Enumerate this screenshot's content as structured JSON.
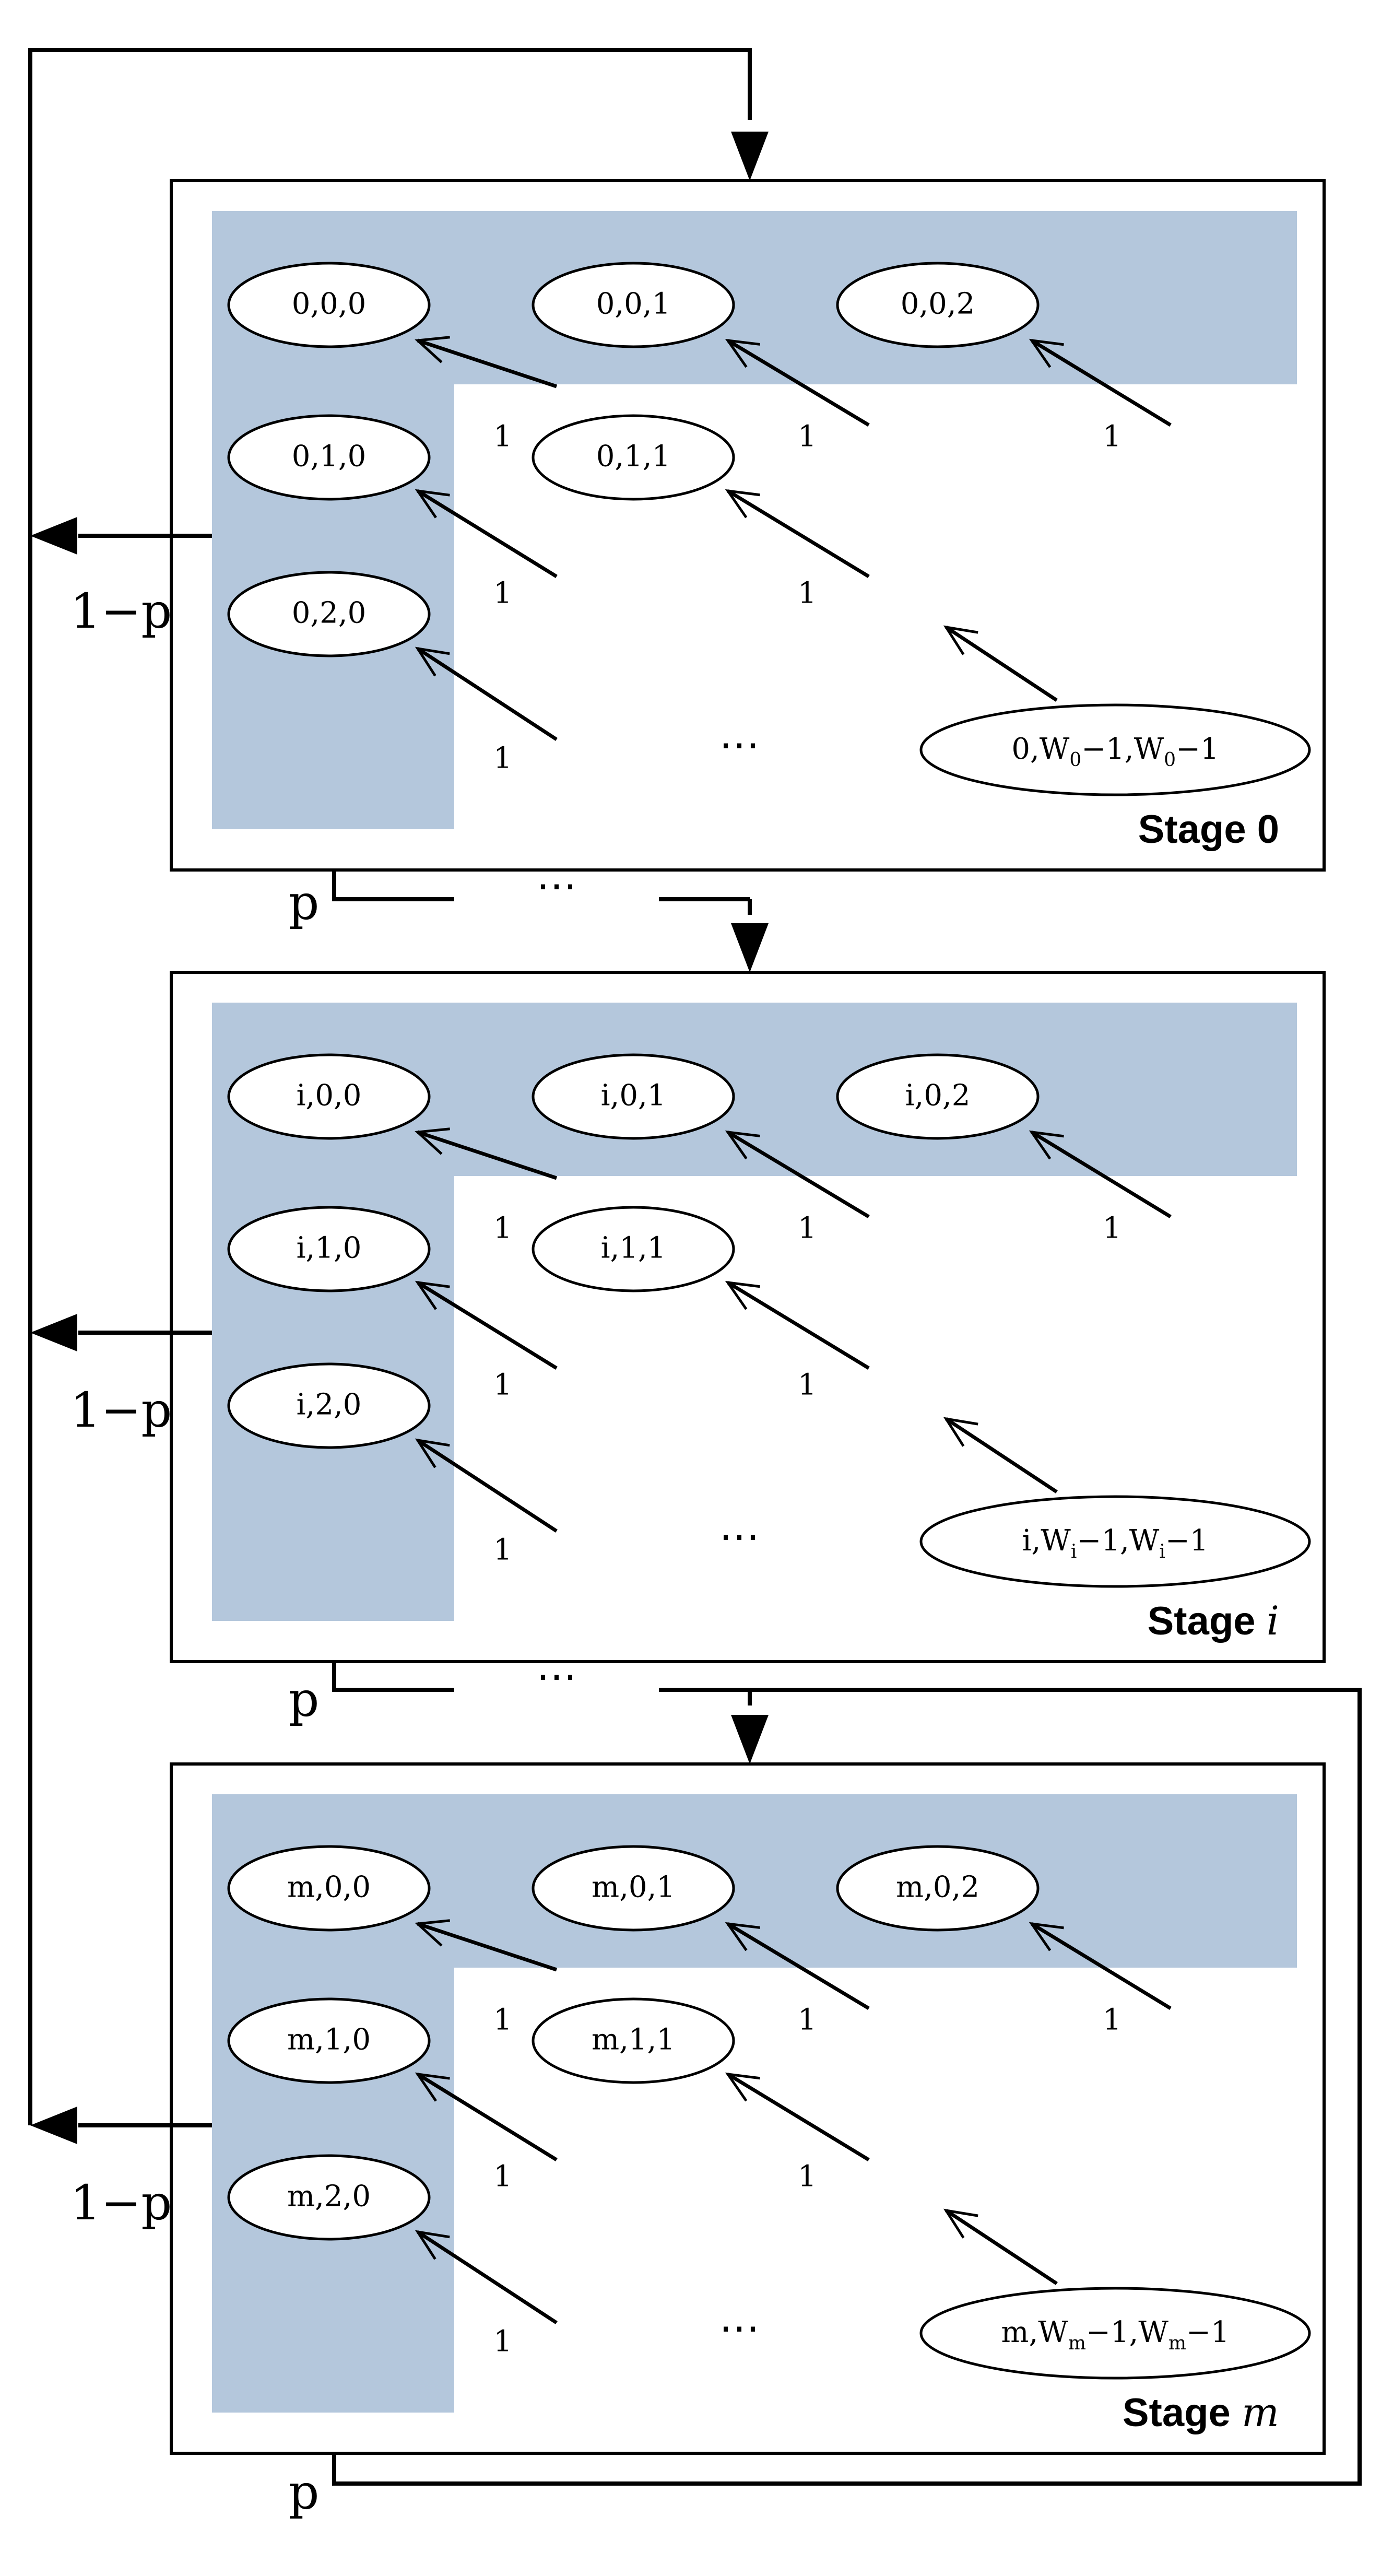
{
  "colors": {
    "shade": "#b4c7dc",
    "line": "#000000"
  },
  "stages": [
    {
      "id": "stage-0",
      "label_text": "Stage ",
      "label_var": "0",
      "var_italic": false,
      "nodes": [
        "0,0,0",
        "0,0,1",
        "0,0,2",
        "0,1,0",
        "0,1,1",
        "0,2,0"
      ],
      "last_node": {
        "pre": "0,W",
        "sub1": "0",
        "mid": "−1,W",
        "sub2": "0",
        "post": "−1"
      }
    },
    {
      "id": "stage-i",
      "label_text": "Stage ",
      "label_var": "i",
      "var_italic": true,
      "nodes": [
        "i,0,0",
        "i,0,1",
        "i,0,2",
        "i,1,0",
        "i,1,1",
        "i,2,0"
      ],
      "last_node": {
        "pre": "i,W",
        "sub1": "i",
        "mid": "−1,W",
        "sub2": "i",
        "post": "−1"
      }
    },
    {
      "id": "stage-m",
      "label_text": "Stage ",
      "label_var": "m",
      "var_italic": true,
      "nodes": [
        "m,0,0",
        "m,0,1",
        "m,0,2",
        "m,1,0",
        "m,1,1",
        "m,2,0"
      ],
      "last_node": {
        "pre": "m,W",
        "sub1": "m",
        "mid": "−1,W",
        "sub2": "m",
        "post": "−1"
      }
    }
  ],
  "edge_label": "1",
  "dots": "⋯",
  "fail_prob": "1−p",
  "collide_prob": "p"
}
